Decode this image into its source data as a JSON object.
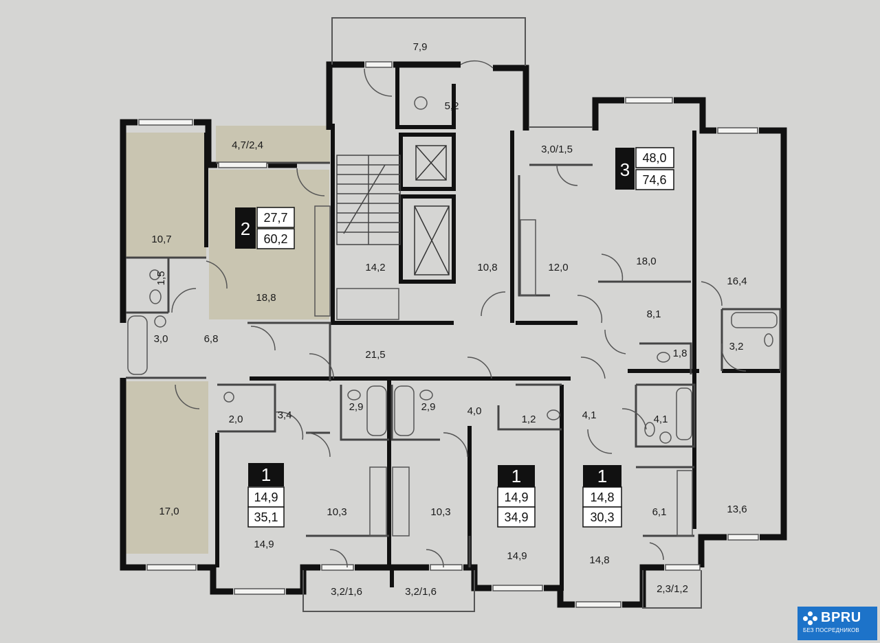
{
  "colors": {
    "background": "#d5d5d3",
    "wall": "#111111",
    "highlight": "#c9c5b1",
    "line": "#444444",
    "logo": "#1d73c9"
  },
  "rooms": {
    "balcony_top": "7,9",
    "wc_top": "5,2",
    "balcony_2": "4,7/2,4",
    "bed_2": "10,7",
    "bath_small_2": "1,5",
    "bath_2": "3,0",
    "hall_2": "6,8",
    "living_2": "18,8",
    "bed_left_low": "17,0",
    "stair": "14,2",
    "lobby": "10,8",
    "corridor": "21,5",
    "balcony_3": "3,0/1,5",
    "kitchen_3": "12,0",
    "room_3a": "18,0",
    "room_3b": "16,4",
    "hall_3": "8,1",
    "wc_3": "1,8",
    "bath_3": "3,2",
    "bath_1a": "2,0",
    "hall_1a": "3,4",
    "bath_1b": "2,9",
    "bath_1c": "2,9",
    "hall_1b": "4,0",
    "wc_1b": "1,2",
    "hall_1c": "4,1",
    "bath_1c2": "4,1",
    "room_1a": "14,9",
    "kitchen_1a": "10,3",
    "kitchen_1b": "10,3",
    "room_1b": "14,9",
    "room_1c": "14,8",
    "kitchen_1c": "6,1",
    "room_right_low": "13,6",
    "balcony_1a": "3,2/1,6",
    "balcony_1b": "3,2/1,6",
    "balcony_1c": "2,3/1,2"
  },
  "apartments": {
    "apt_2": {
      "rooms": "2",
      "living": "27,7",
      "total": "60,2"
    },
    "apt_3": {
      "rooms": "3",
      "living": "48,0",
      "total": "74,6"
    },
    "apt_1a": {
      "rooms": "1",
      "living": "14,9",
      "total": "35,1"
    },
    "apt_1b": {
      "rooms": "1",
      "living": "14,9",
      "total": "34,9"
    },
    "apt_1c": {
      "rooms": "1",
      "living": "14,8",
      "total": "30,3"
    }
  },
  "logo": {
    "brand": "BPRU",
    "tagline": "БЕЗ ПОСРЕДНИКОВ",
    "icon": "people-icon"
  }
}
